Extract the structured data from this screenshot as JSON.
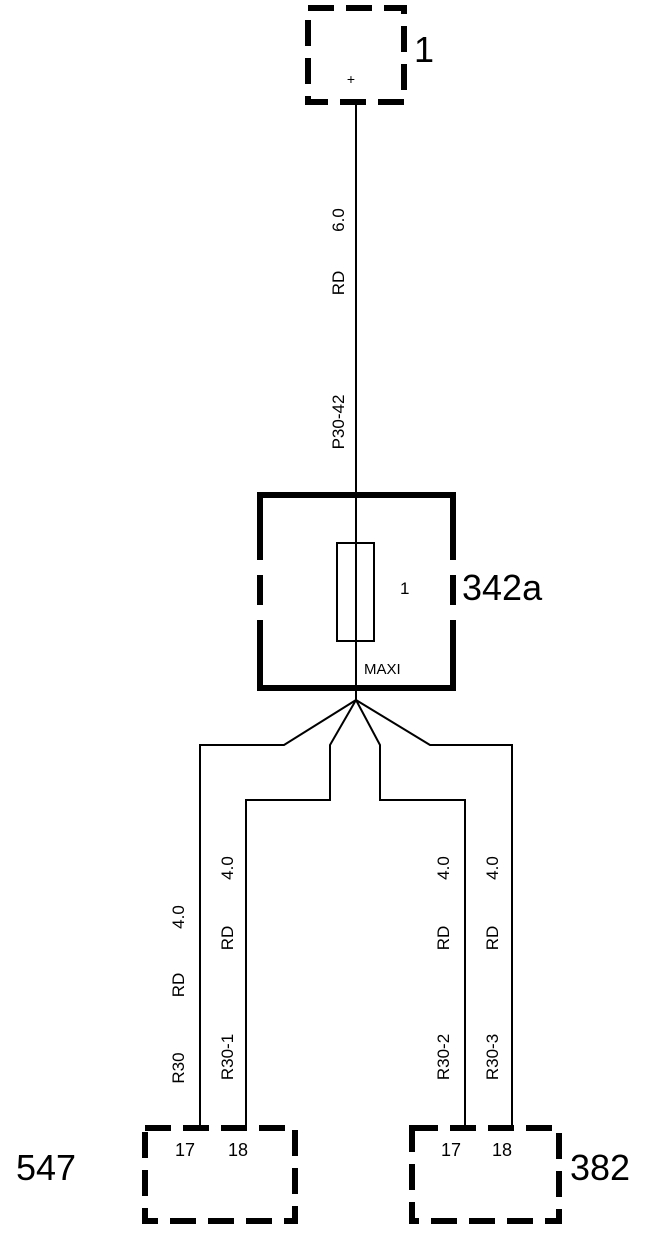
{
  "components": {
    "battery": {
      "id": "1",
      "terminal": "+"
    },
    "fuse_box": {
      "id": "342a",
      "fuse_number": "1",
      "fuse_type": "MAXI"
    },
    "left_connector": {
      "id": "547",
      "pins": [
        "17",
        "18"
      ]
    },
    "right_connector": {
      "id": "382",
      "pins": [
        "17",
        "18"
      ]
    }
  },
  "wires": {
    "main": {
      "size": "6.0",
      "color": "RD",
      "circuit": "P30-42"
    },
    "r30": {
      "size": "4.0",
      "color": "RD",
      "circuit": "R30"
    },
    "r30_1": {
      "size": "4.0",
      "color": "RD",
      "circuit": "R30-1"
    },
    "r30_2": {
      "size": "4.0",
      "color": "RD",
      "circuit": "R30-2"
    },
    "r30_3": {
      "size": "4.0",
      "color": "RD",
      "circuit": "R30-3"
    }
  }
}
